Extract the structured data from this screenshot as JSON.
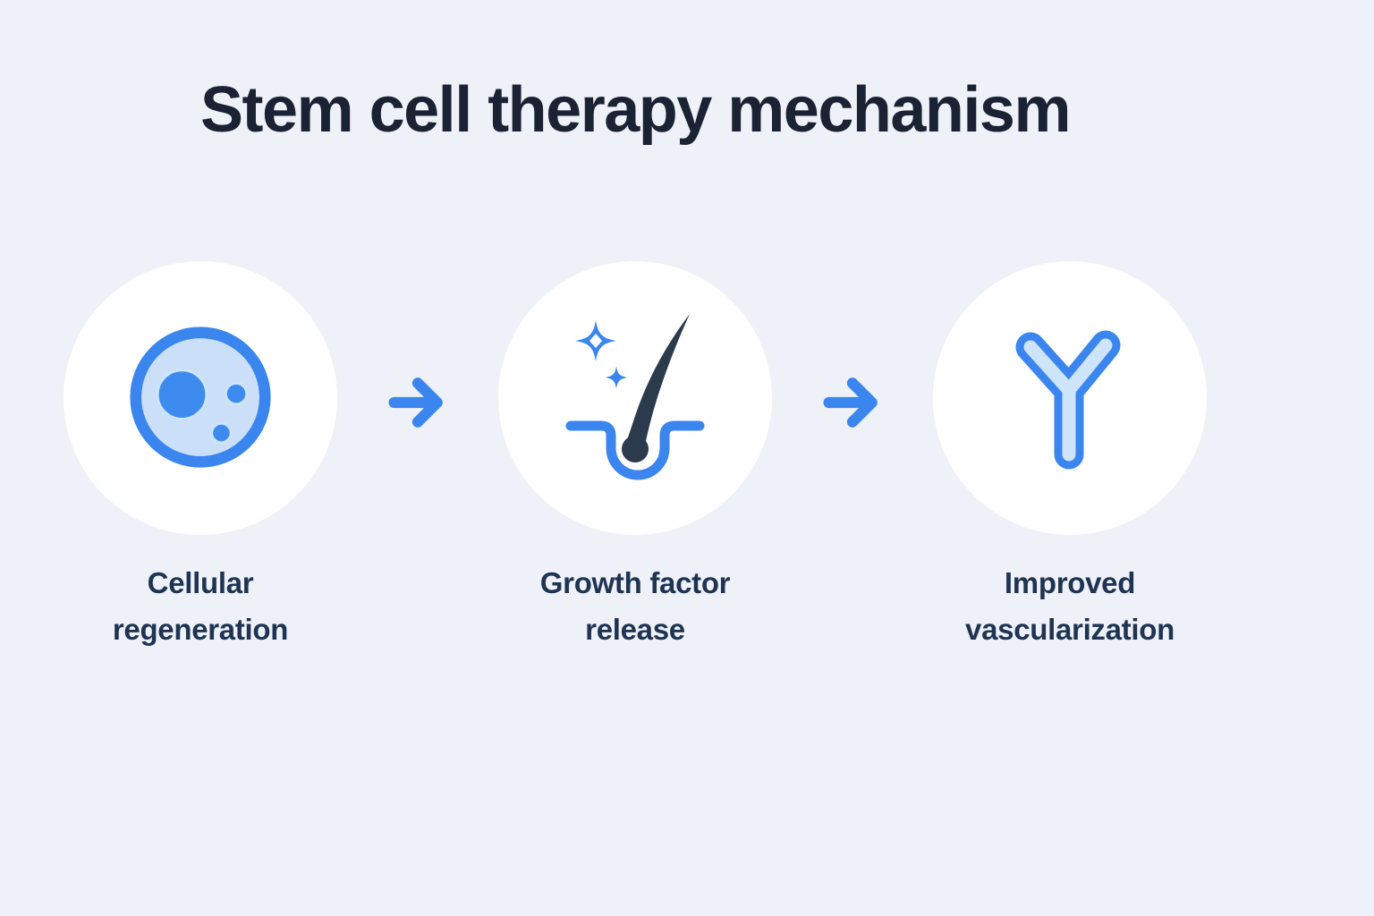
{
  "title": "Stem cell therapy mechanism",
  "steps": [
    {
      "label": "Cellular regeneration",
      "icon": "stem-cell-icon"
    },
    {
      "label": "Growth factor release",
      "icon": "hair-follicle-icon"
    },
    {
      "label": "Improved vascularization",
      "icon": "blood-vessel-icon"
    }
  ],
  "arrows": [
    {
      "icon": "arrow-right-icon"
    },
    {
      "icon": "arrow-right-icon"
    }
  ],
  "colors": {
    "background": "#eef1f7",
    "card": "#ffffff",
    "accent-blue": "#3b86ee",
    "light-blue-fill": "#cbe0f8",
    "lighter-blue": "#cde4fb",
    "nucleus-blue": "#3e8bef",
    "dark-navy": "#2c3a4d",
    "title-text": "#1a2233",
    "label-text": "#1f3352"
  }
}
